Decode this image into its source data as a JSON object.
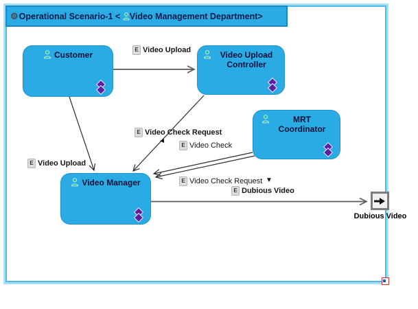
{
  "frame": {
    "title_part1": "Operational Scenario-1 < ",
    "title_part2": "Video Management Department>"
  },
  "icons": {
    "scenario_glyph": "⚙",
    "exchange_item_glyph": "E",
    "triangle_left": "◄",
    "triangle_down": "▼"
  },
  "colors": {
    "node_fill": "#2aabe4",
    "node_border": "#1b93cf",
    "title_fill": "#2aabe4",
    "title_border": "#1787c8",
    "frame_border": "#48bbec",
    "frame_border_outer": "#a8dff7",
    "diamond_purple": "#5b1fa0",
    "actor_teal": "#2abfa4",
    "port_border": "#7d7d7d",
    "port_fill": "#f1f1f1",
    "label_text": "#141414",
    "node_text": "#001036"
  },
  "nodes": [
    {
      "id": "customer",
      "label": "Customer"
    },
    {
      "id": "video-upload-controller",
      "label": "Video Upload Controller"
    },
    {
      "id": "mrt-coordinator",
      "label": "MRT Coordinator"
    },
    {
      "id": "video-manager",
      "label": "Video Manager"
    }
  ],
  "messages": {
    "video_upload_top": "Video Upload",
    "video_upload_left": "Video Upload",
    "video_check_request_upper": "Video Check Request",
    "video_check": "Video Check",
    "video_check_request_lower": "Video Check Request",
    "dubious_video": "Dubious Video"
  },
  "port": {
    "label": "Dubious Video"
  }
}
